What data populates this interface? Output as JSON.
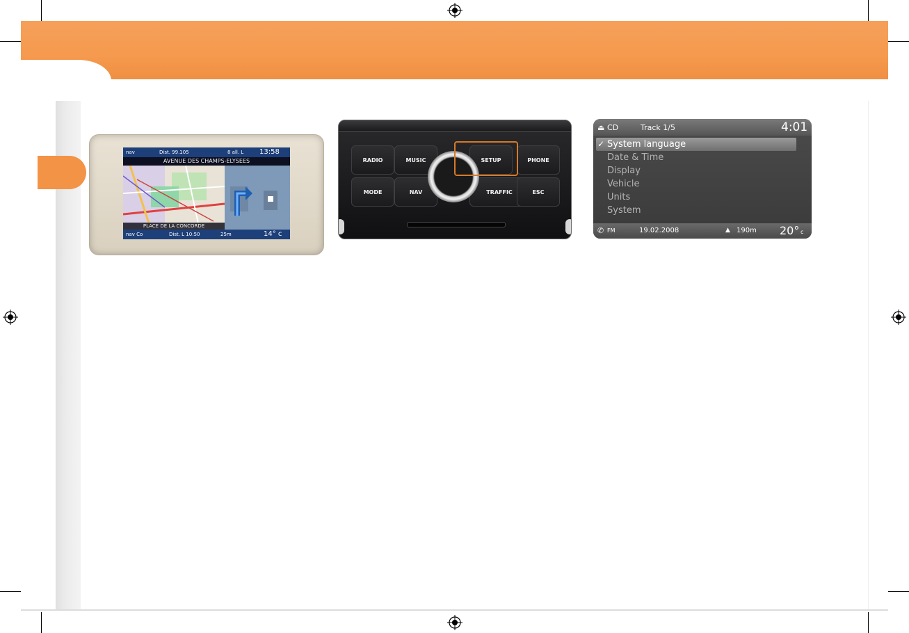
{
  "colors": {
    "accent_orange": "#f59a4e",
    "tab_orange": "#f39345",
    "setup_outline": "#d67a2a"
  },
  "nav_screen": {
    "top_left": "nav",
    "top_mid": "Dist. 99.105",
    "top_right_small": "8 all. L",
    "time": "13:58",
    "street": "AVENUE DES CHAMPS-ELYSEES",
    "place": "PLACE DE LA CONCORDE",
    "bottom_left": "nav Co",
    "bottom_mid": "Dist. L 10:50",
    "bottom_dist": "25m",
    "temp": "14° c"
  },
  "control_panel": {
    "keys": {
      "radio": "RADIO",
      "music": "MUSIC",
      "setup": "SETUP",
      "phone": "PHONE",
      "mode": "MODE",
      "nav": "NAV",
      "traffic": "TRAFFIC",
      "esc": "ESC"
    }
  },
  "menu_screen": {
    "source": "CD",
    "track": "Track 1/5",
    "time": "4:01",
    "items": [
      "System language",
      "Date & Time",
      "Display",
      "Vehicle",
      "Units",
      "System"
    ],
    "selected_index": 0,
    "bottom_left": "FM",
    "date": "19.02.2008",
    "altitude": "190m",
    "temperature": "20°",
    "temp_unit": "c"
  }
}
